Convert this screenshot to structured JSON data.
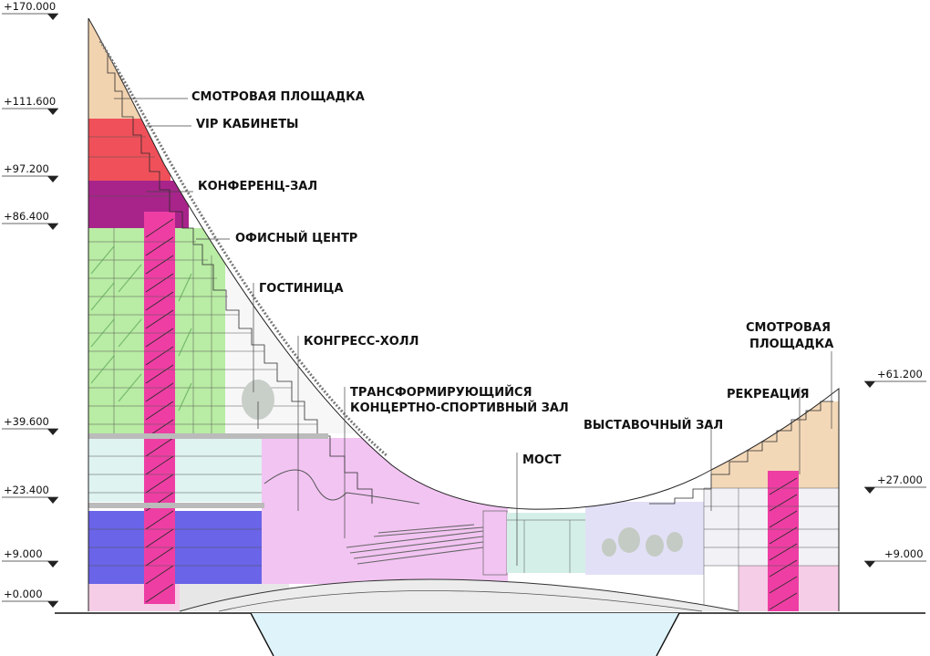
{
  "levels_left": [
    "+170.000",
    "+111.600",
    "+97.200",
    "+86.400",
    "+39.600",
    "+23.400",
    "+9.000",
    "+0.000"
  ],
  "levels_right": [
    "+61.200",
    "+27.000",
    "+9.000"
  ],
  "labels": {
    "observation_deck_top": "СМОТРОВАЯ ПЛОЩАДКА",
    "vip_offices": "VIP КАБИНЕТЫ",
    "conference_hall": "КОНФЕРЕНЦ-ЗАЛ",
    "office_center": "ОФИСНЫЙ ЦЕНТР",
    "hotel": "ГОСТИНИЦА",
    "congress_hall": "КОНГРЕСС-ХОЛЛ",
    "concert_hall_line1": "ТРАНСФОРМИРУЮЩИЙСЯ",
    "concert_hall_line2": "КОНЦЕРТНО-СПОРТИВНЫЙ ЗАЛ",
    "bridge": "МОСТ",
    "exhibition_hall": "ВЫСТАВОЧНЫЙ ЗАЛ",
    "recreation": "РЕКРЕАЦИЯ",
    "observation_right_line1": "СМОТРОВАЯ",
    "observation_right_line2": "ПЛОЩАДКА"
  },
  "colors": {
    "observation": "#f2d3b0",
    "vip": "#f0505a",
    "conference": "#a8248a",
    "office": "#b9eca4",
    "hotel_stair_core": "#ee3ea4",
    "congress": "#dff3f1",
    "concert": "#f2c4f2",
    "lower_halls": "#6a64e8",
    "bridge": "#d4efe8",
    "exhibition": "#e2e0f6",
    "recreation": "#f3d8b8",
    "water": "#def3fa"
  }
}
